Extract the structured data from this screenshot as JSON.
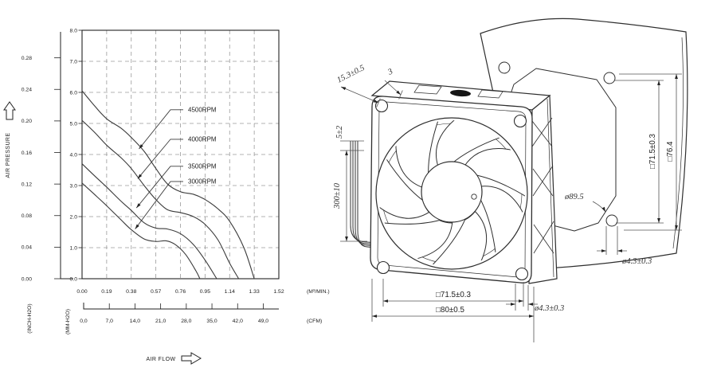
{
  "chart_data": {
    "type": "line",
    "title": "",
    "x_axis": {
      "unit_label": "(M³/MIN.)",
      "ticks": [
        "0.00",
        "0.19",
        "0.38",
        "0.57",
        "0.76",
        "0.95",
        "1.14",
        "1.33",
        "1.52"
      ],
      "range": [
        0,
        1.52
      ],
      "grid": true
    },
    "x_axis_secondary": {
      "unit_label": "(CFM)",
      "ticks": [
        "0,0",
        "7,0",
        "14,0",
        "21,0",
        "28,0",
        "35,0",
        "42,0",
        "49,0"
      ],
      "range_cfm": [
        0,
        49
      ]
    },
    "y_axis": {
      "unit_label": "(MM-H2O)",
      "ticks": [
        "0.0",
        "1.0",
        "2.0",
        "3.0",
        "4.0",
        "5.0",
        "6.0",
        "7.0",
        "8.0"
      ],
      "range": [
        0,
        8
      ],
      "grid": true
    },
    "y_axis_secondary": {
      "unit_label": "(INCH-H2O)",
      "ticks": [
        "0.00",
        "0.04",
        "0.08",
        "0.12",
        "0.16",
        "0.20",
        "0.24",
        "0.28"
      ]
    },
    "captions": {
      "flow": "AIR FLOW",
      "pressure": "AIR PRESSURE"
    },
    "series": [
      {
        "name": "4500RPM",
        "points": [
          [
            0,
            6.05
          ],
          [
            0.1,
            5.55
          ],
          [
            0.19,
            5.15
          ],
          [
            0.3,
            4.85
          ],
          [
            0.38,
            4.55
          ],
          [
            0.48,
            4.1
          ],
          [
            0.57,
            3.55
          ],
          [
            0.66,
            3.05
          ],
          [
            0.76,
            2.8
          ],
          [
            0.86,
            2.72
          ],
          [
            0.95,
            2.55
          ],
          [
            1.05,
            2.25
          ],
          [
            1.14,
            1.85
          ],
          [
            1.25,
            1.0
          ],
          [
            1.33,
            0
          ]
        ],
        "label_pos": [
          0.8,
          5.44
        ],
        "arrow_tip": [
          0.44,
          4.18
        ]
      },
      {
        "name": "4000RPM",
        "points": [
          [
            0,
            5.1
          ],
          [
            0.1,
            4.7
          ],
          [
            0.19,
            4.3
          ],
          [
            0.3,
            3.9
          ],
          [
            0.38,
            3.55
          ],
          [
            0.48,
            3.0
          ],
          [
            0.57,
            2.55
          ],
          [
            0.66,
            2.22
          ],
          [
            0.76,
            2.13
          ],
          [
            0.86,
            2.0
          ],
          [
            0.95,
            1.75
          ],
          [
            1.05,
            1.25
          ],
          [
            1.14,
            0.5
          ],
          [
            1.21,
            0
          ]
        ],
        "label_pos": [
          0.8,
          4.49
        ],
        "arrow_tip": [
          0.43,
          3.22
        ]
      },
      {
        "name": "3500RPM",
        "points": [
          [
            0,
            3.7
          ],
          [
            0.1,
            3.3
          ],
          [
            0.19,
            2.95
          ],
          [
            0.3,
            2.5
          ],
          [
            0.38,
            2.2
          ],
          [
            0.48,
            1.8
          ],
          [
            0.57,
            1.63
          ],
          [
            0.66,
            1.6
          ],
          [
            0.76,
            1.45
          ],
          [
            0.86,
            1.1
          ],
          [
            0.95,
            0.6
          ],
          [
            1.04,
            0
          ]
        ],
        "label_pos": [
          0.8,
          3.62
        ],
        "arrow_tip": [
          0.42,
          2.28
        ]
      },
      {
        "name": "3000RPM",
        "points": [
          [
            0,
            3.08
          ],
          [
            0.1,
            2.7
          ],
          [
            0.19,
            2.35
          ],
          [
            0.3,
            1.9
          ],
          [
            0.38,
            1.58
          ],
          [
            0.48,
            1.28
          ],
          [
            0.57,
            1.2
          ],
          [
            0.65,
            1.22
          ],
          [
            0.72,
            1.1
          ],
          [
            0.8,
            0.78
          ],
          [
            0.88,
            0.25
          ],
          [
            0.91,
            0
          ]
        ],
        "label_pos": [
          0.8,
          3.13
        ],
        "arrow_tip": [
          0.41,
          1.6
        ]
      }
    ]
  },
  "drawing": {
    "labels": {
      "frame_depth": "15.3±0.5",
      "inlet_flange": "3",
      "lead_bare": "5±2",
      "lead_length": "300±10",
      "opening_dia": "ø89.5",
      "gasket_hole_pitch": "□71.5±0.3",
      "gasket_width": "□76.4",
      "gasket_hole_dia": "ø4.3±0.3",
      "hole_pitch": "□71.5±0.3",
      "frame_width": "□80±0.5",
      "hole_dia": "ø4.3±0.3"
    }
  }
}
